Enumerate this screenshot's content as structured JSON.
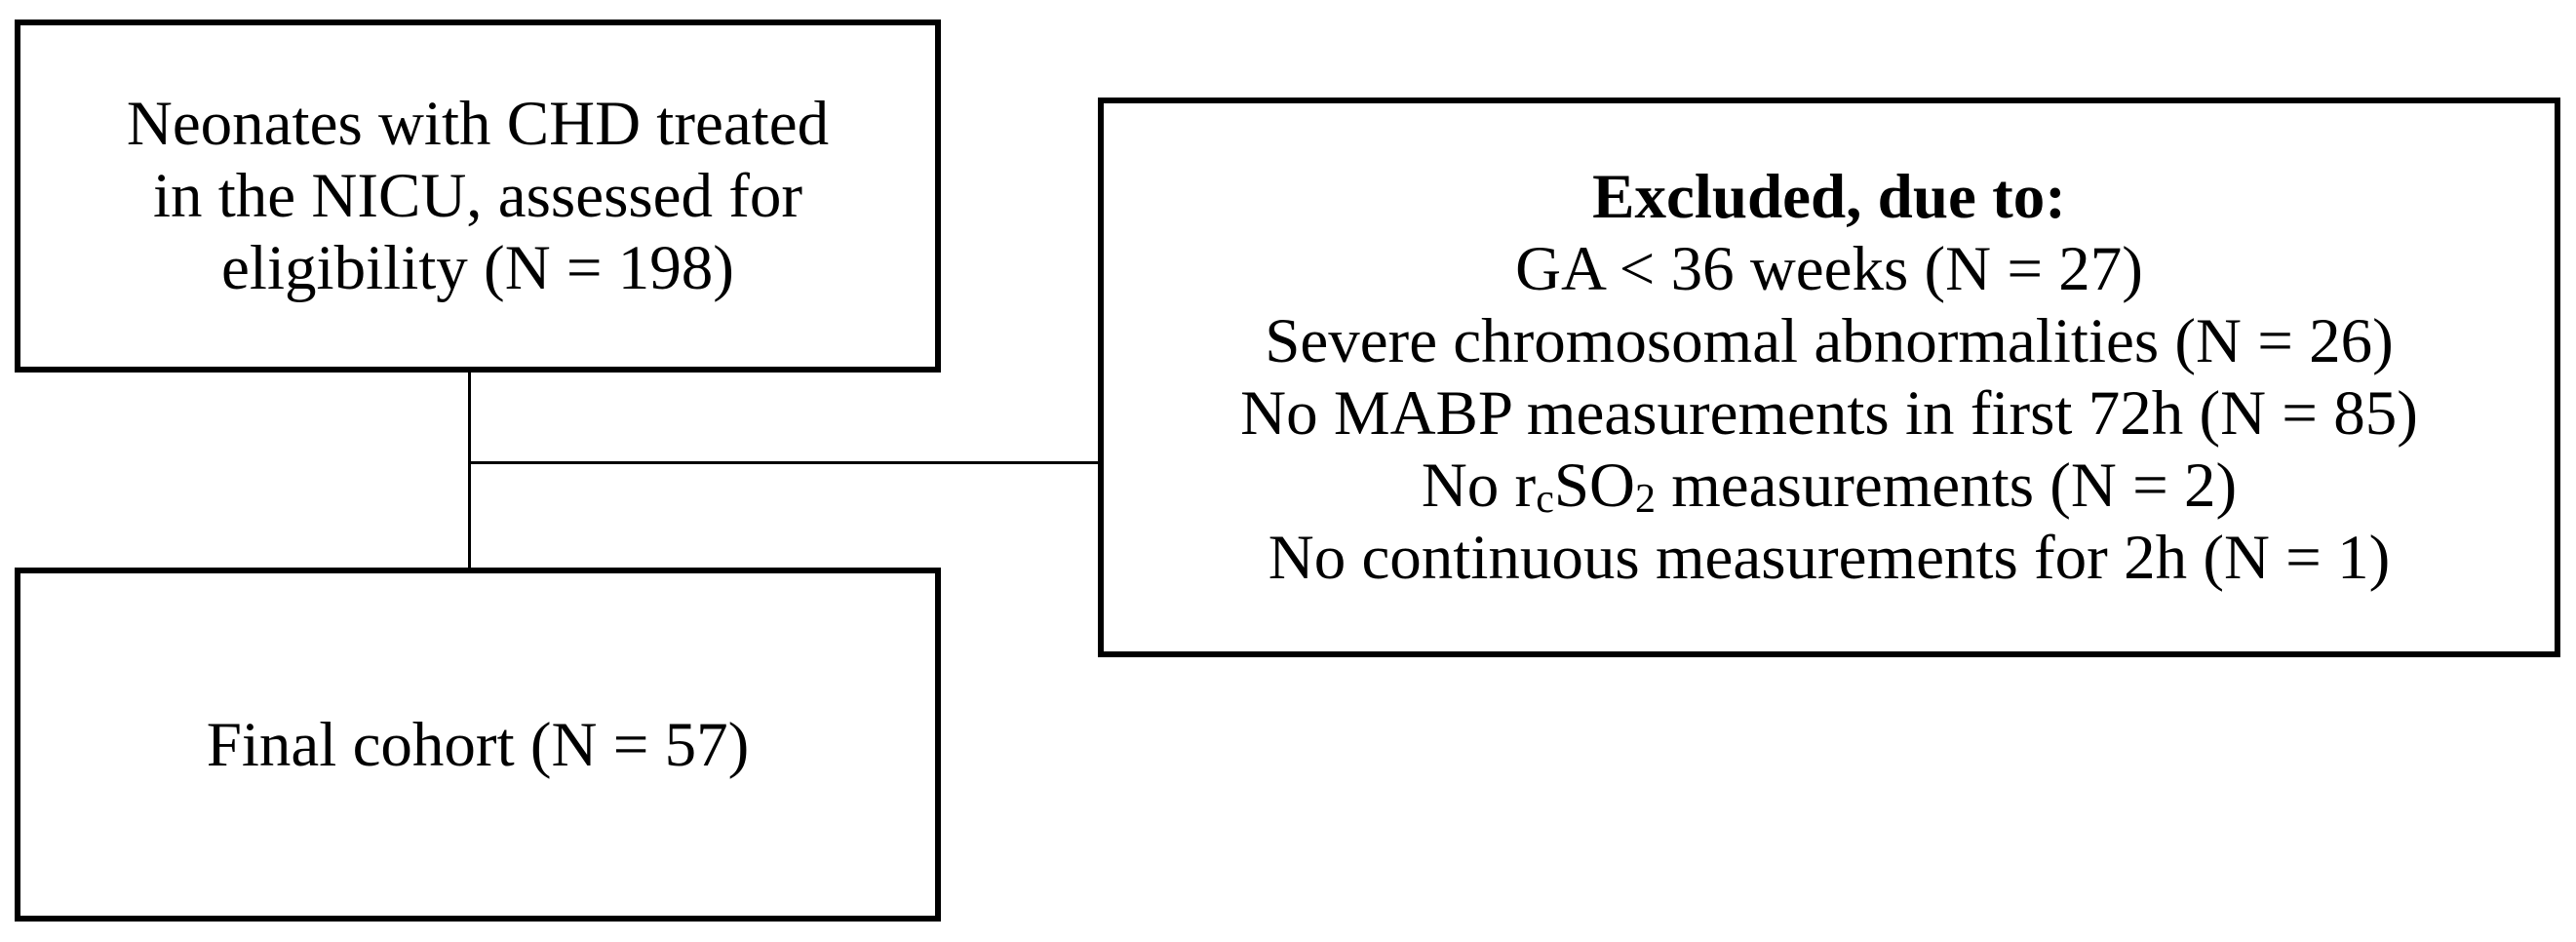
{
  "eligibility_box": {
    "lines": [
      "Neonates with CHD treated",
      "in the NICU, assessed for",
      "eligibility (N = 198)"
    ]
  },
  "exclusion_box": {
    "heading": "Excluded, due to:",
    "items": [
      "GA < 36 weeks (N = 27)",
      "Severe chromosomal abnormalities (N = 26)",
      "No MABP measurements in first 72h (N = 85)",
      {
        "prefix": "No r",
        "sub1": "c",
        "mid": "SO",
        "sub2": "2",
        "suffix": " measurements (N = 2)"
      },
      "No continuous measurements for 2h (N = 1)"
    ]
  },
  "final_box": {
    "label": "Final cohort (N = 57)"
  }
}
